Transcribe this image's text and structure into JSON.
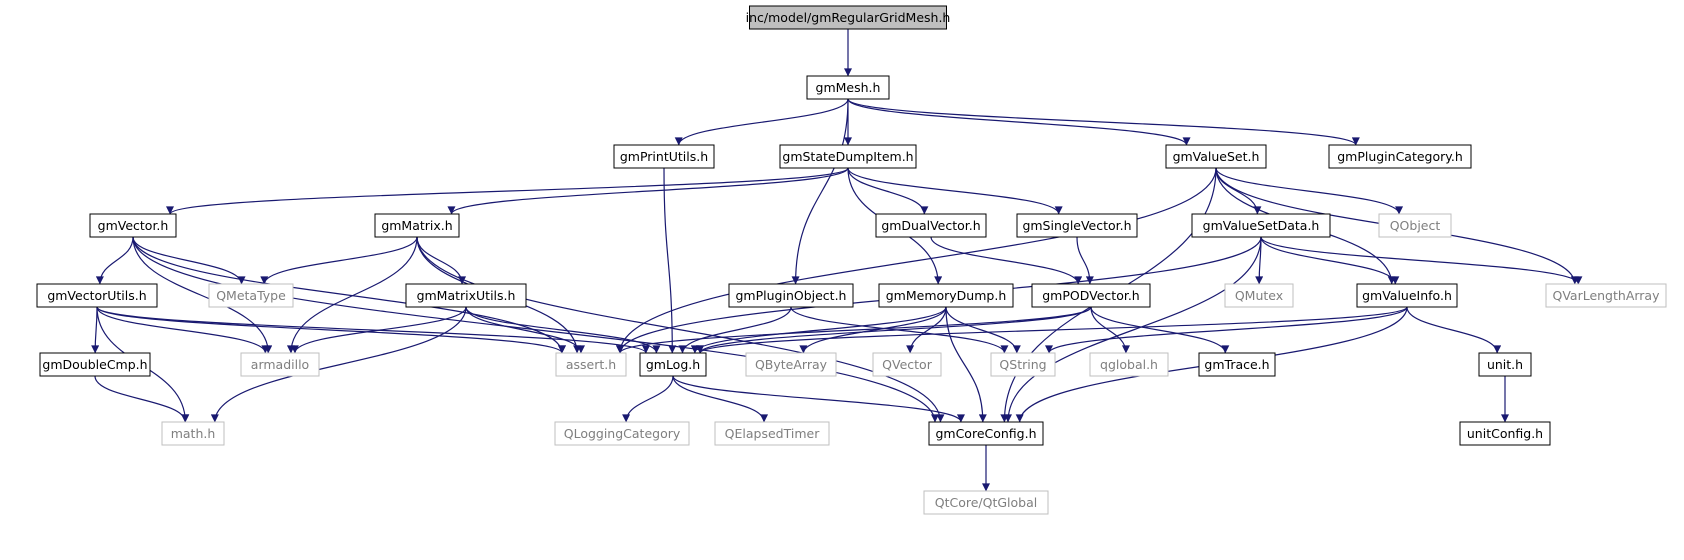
{
  "diagram": {
    "root": "inc/model/gmRegularGridMesh.h",
    "nodes": [
      {
        "id": "root",
        "label": "inc/model/gmRegularGridMesh.h",
        "style": "root"
      },
      {
        "id": "gmMesh",
        "label": "gmMesh.h",
        "style": "normal"
      },
      {
        "id": "gmPrintUtils",
        "label": "gmPrintUtils.h",
        "style": "normal"
      },
      {
        "id": "gmStateDumpItem",
        "label": "gmStateDumpItem.h",
        "style": "normal"
      },
      {
        "id": "gmValueSet",
        "label": "gmValueSet.h",
        "style": "normal"
      },
      {
        "id": "gmPluginCategory",
        "label": "gmPluginCategory.h",
        "style": "normal"
      },
      {
        "id": "gmVector",
        "label": "gmVector.h",
        "style": "normal"
      },
      {
        "id": "gmMatrix",
        "label": "gmMatrix.h",
        "style": "normal"
      },
      {
        "id": "gmDualVector",
        "label": "gmDualVector.h",
        "style": "normal"
      },
      {
        "id": "gmSingleVector",
        "label": "gmSingleVector.h",
        "style": "normal"
      },
      {
        "id": "gmValueSetData",
        "label": "gmValueSetData.h",
        "style": "normal"
      },
      {
        "id": "QObject",
        "label": "QObject",
        "style": "external"
      },
      {
        "id": "gmVectorUtils",
        "label": "gmVectorUtils.h",
        "style": "normal"
      },
      {
        "id": "QMetaType",
        "label": "QMetaType",
        "style": "external"
      },
      {
        "id": "gmMatrixUtils",
        "label": "gmMatrixUtils.h",
        "style": "normal"
      },
      {
        "id": "gmPluginObject",
        "label": "gmPluginObject.h",
        "style": "normal"
      },
      {
        "id": "gmMemoryDump",
        "label": "gmMemoryDump.h",
        "style": "normal"
      },
      {
        "id": "gmPODVector",
        "label": "gmPODVector.h",
        "style": "normal"
      },
      {
        "id": "QMutex",
        "label": "QMutex",
        "style": "external"
      },
      {
        "id": "gmValueInfo",
        "label": "gmValueInfo.h",
        "style": "normal"
      },
      {
        "id": "QVarLengthArray",
        "label": "QVarLengthArray",
        "style": "external"
      },
      {
        "id": "gmDoubleCmp",
        "label": "gmDoubleCmp.h",
        "style": "normal"
      },
      {
        "id": "armadillo",
        "label": "armadillo",
        "style": "external"
      },
      {
        "id": "assert",
        "label": "assert.h",
        "style": "external"
      },
      {
        "id": "gmLog",
        "label": "gmLog.h",
        "style": "normal"
      },
      {
        "id": "QByteArray",
        "label": "QByteArray",
        "style": "external"
      },
      {
        "id": "QVector",
        "label": "QVector",
        "style": "external"
      },
      {
        "id": "QString",
        "label": "QString",
        "style": "external"
      },
      {
        "id": "qglobal",
        "label": "qglobal.h",
        "style": "external"
      },
      {
        "id": "gmTrace",
        "label": "gmTrace.h",
        "style": "normal"
      },
      {
        "id": "unit",
        "label": "unit.h",
        "style": "normal"
      },
      {
        "id": "math",
        "label": "math.h",
        "style": "external"
      },
      {
        "id": "QLoggingCategory",
        "label": "QLoggingCategory",
        "style": "external"
      },
      {
        "id": "QElapsedTimer",
        "label": "QElapsedTimer",
        "style": "external"
      },
      {
        "id": "gmCoreConfig",
        "label": "gmCoreConfig.h",
        "style": "normal"
      },
      {
        "id": "unitConfig",
        "label": "unitConfig.h",
        "style": "normal"
      },
      {
        "id": "QtGlobal",
        "label": "QtCore/QtGlobal",
        "style": "external"
      }
    ],
    "edges": [
      [
        "root",
        "gmMesh"
      ],
      [
        "gmMesh",
        "gmPrintUtils"
      ],
      [
        "gmMesh",
        "gmStateDumpItem"
      ],
      [
        "gmMesh",
        "gmValueSet"
      ],
      [
        "gmMesh",
        "gmPluginCategory"
      ],
      [
        "gmMesh",
        "gmPluginObject"
      ],
      [
        "gmPrintUtils",
        "gmLog"
      ],
      [
        "gmStateDumpItem",
        "gmVector"
      ],
      [
        "gmStateDumpItem",
        "gmMatrix"
      ],
      [
        "gmStateDumpItem",
        "gmDualVector"
      ],
      [
        "gmStateDumpItem",
        "gmSingleVector"
      ],
      [
        "gmStateDumpItem",
        "gmMemoryDump"
      ],
      [
        "gmValueSet",
        "gmValueSetData"
      ],
      [
        "gmValueSet",
        "QObject"
      ],
      [
        "gmValueSet",
        "gmValueInfo"
      ],
      [
        "gmValueSet",
        "QVarLengthArray"
      ],
      [
        "gmValueSet",
        "assert"
      ],
      [
        "gmValueSet",
        "gmCoreConfig"
      ],
      [
        "gmVector",
        "gmVectorUtils"
      ],
      [
        "gmVector",
        "QMetaType"
      ],
      [
        "gmVector",
        "armadillo"
      ],
      [
        "gmVector",
        "assert"
      ],
      [
        "gmVector",
        "gmCoreConfig"
      ],
      [
        "gmMatrix",
        "QMetaType"
      ],
      [
        "gmMatrix",
        "gmMatrixUtils"
      ],
      [
        "gmMatrix",
        "armadillo"
      ],
      [
        "gmMatrix",
        "assert"
      ],
      [
        "gmMatrix",
        "gmCoreConfig"
      ],
      [
        "gmDualVector",
        "gmPODVector"
      ],
      [
        "gmSingleVector",
        "gmPODVector"
      ],
      [
        "gmValueSetData",
        "QMutex"
      ],
      [
        "gmValueSetData",
        "gmValueInfo"
      ],
      [
        "gmValueSetData",
        "QVarLengthArray"
      ],
      [
        "gmValueSetData",
        "assert"
      ],
      [
        "gmValueSetData",
        "gmCoreConfig"
      ],
      [
        "gmVectorUtils",
        "gmDoubleCmp"
      ],
      [
        "gmVectorUtils",
        "armadillo"
      ],
      [
        "gmVectorUtils",
        "assert"
      ],
      [
        "gmVectorUtils",
        "gmLog"
      ],
      [
        "gmVectorUtils",
        "math"
      ],
      [
        "gmMatrixUtils",
        "armadillo"
      ],
      [
        "gmMatrixUtils",
        "assert"
      ],
      [
        "gmMatrixUtils",
        "gmLog"
      ],
      [
        "gmMatrixUtils",
        "math"
      ],
      [
        "gmPluginObject",
        "gmLog"
      ],
      [
        "gmPluginObject",
        "QString"
      ],
      [
        "gmMemoryDump",
        "gmLog"
      ],
      [
        "gmMemoryDump",
        "QByteArray"
      ],
      [
        "gmMemoryDump",
        "QVector"
      ],
      [
        "gmMemoryDump",
        "QString"
      ],
      [
        "gmMemoryDump",
        "gmCoreConfig"
      ],
      [
        "gmPODVector",
        "assert"
      ],
      [
        "gmPODVector",
        "gmLog"
      ],
      [
        "gmPODVector",
        "qglobal"
      ],
      [
        "gmPODVector",
        "gmTrace"
      ],
      [
        "gmValueInfo",
        "gmLog"
      ],
      [
        "gmValueInfo",
        "QString"
      ],
      [
        "gmValueInfo",
        "unit"
      ],
      [
        "gmValueInfo",
        "gmCoreConfig"
      ],
      [
        "gmDoubleCmp",
        "math"
      ],
      [
        "gmLog",
        "QLoggingCategory"
      ],
      [
        "gmLog",
        "QElapsedTimer"
      ],
      [
        "gmLog",
        "gmCoreConfig"
      ],
      [
        "gmCoreConfig",
        "QtGlobal"
      ],
      [
        "unit",
        "unitConfig"
      ]
    ],
    "colors": {
      "edge": "#191970",
      "node_border": "#000000",
      "external_border": "#bfbfbf",
      "external_text": "#7f7f7f",
      "root_fill": "#bfbfbf",
      "node_fill": "#ffffff",
      "text": "#000000"
    }
  }
}
